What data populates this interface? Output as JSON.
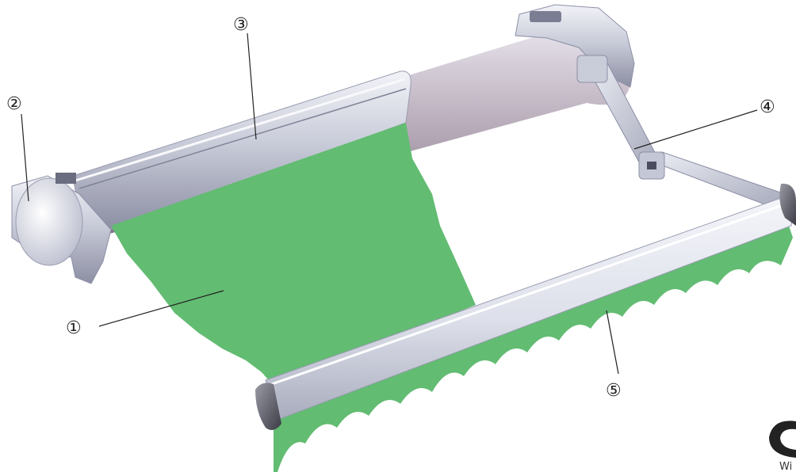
{
  "diagram": {
    "callouts": [
      {
        "id": "1",
        "label": "①"
      },
      {
        "id": "2",
        "label": "②"
      },
      {
        "id": "3",
        "label": "③"
      },
      {
        "id": "4",
        "label": "④"
      },
      {
        "id": "5",
        "label": "⑤"
      }
    ],
    "brand_fragment": "Wi",
    "colors": {
      "fabric": "#62BC72",
      "metal_light": "#E6E9F2",
      "metal_mid": "#C4C8D6",
      "metal_dark": "#8D8FA6",
      "lead_line": "#222222"
    }
  }
}
